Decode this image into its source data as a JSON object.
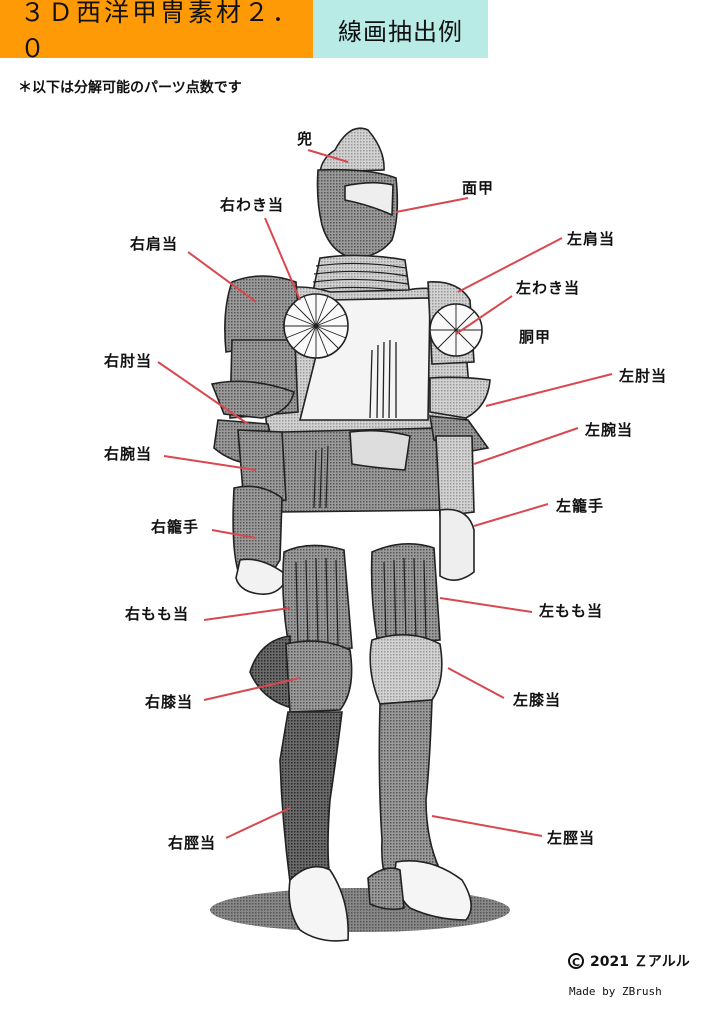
{
  "header": {
    "title": "３Ｄ西洋甲冑素材２．０",
    "subtitle": "線画抽出例",
    "title_bg": "#fe9a06",
    "subtitle_bg": "#b8eae6"
  },
  "note": "＊以下は分解可能のパーツ点数です",
  "leader_line_color": "#d9484f",
  "labels": [
    {
      "id": "kabuto",
      "text": "兜"
    },
    {
      "id": "menko",
      "text": "面甲"
    },
    {
      "id": "right_wakiate",
      "text": "右わき当"
    },
    {
      "id": "right_kataate",
      "text": "右肩当"
    },
    {
      "id": "left_kataate",
      "text": "左肩当"
    },
    {
      "id": "left_wakiate",
      "text": "左わき当"
    },
    {
      "id": "doukou",
      "text": "胴甲"
    },
    {
      "id": "right_hijiate",
      "text": "右肘当"
    },
    {
      "id": "left_hijiate",
      "text": "左肘当"
    },
    {
      "id": "right_wanate",
      "text": "右腕当"
    },
    {
      "id": "left_wanate",
      "text": "左腕当"
    },
    {
      "id": "right_kote",
      "text": "右籠手"
    },
    {
      "id": "left_kote",
      "text": "左籠手"
    },
    {
      "id": "right_momoate",
      "text": "右もも当"
    },
    {
      "id": "left_momoate",
      "text": "左もも当"
    },
    {
      "id": "right_hizaate",
      "text": "右膝当"
    },
    {
      "id": "left_hizaate",
      "text": "左膝当"
    },
    {
      "id": "right_suneate",
      "text": "右脛当"
    },
    {
      "id": "left_suneate",
      "text": "左脛当"
    }
  ],
  "footer": {
    "copyright_symbol": "C",
    "copyright_text": "2021 Ｚアルル",
    "made_by": "Made by ZBrush"
  }
}
